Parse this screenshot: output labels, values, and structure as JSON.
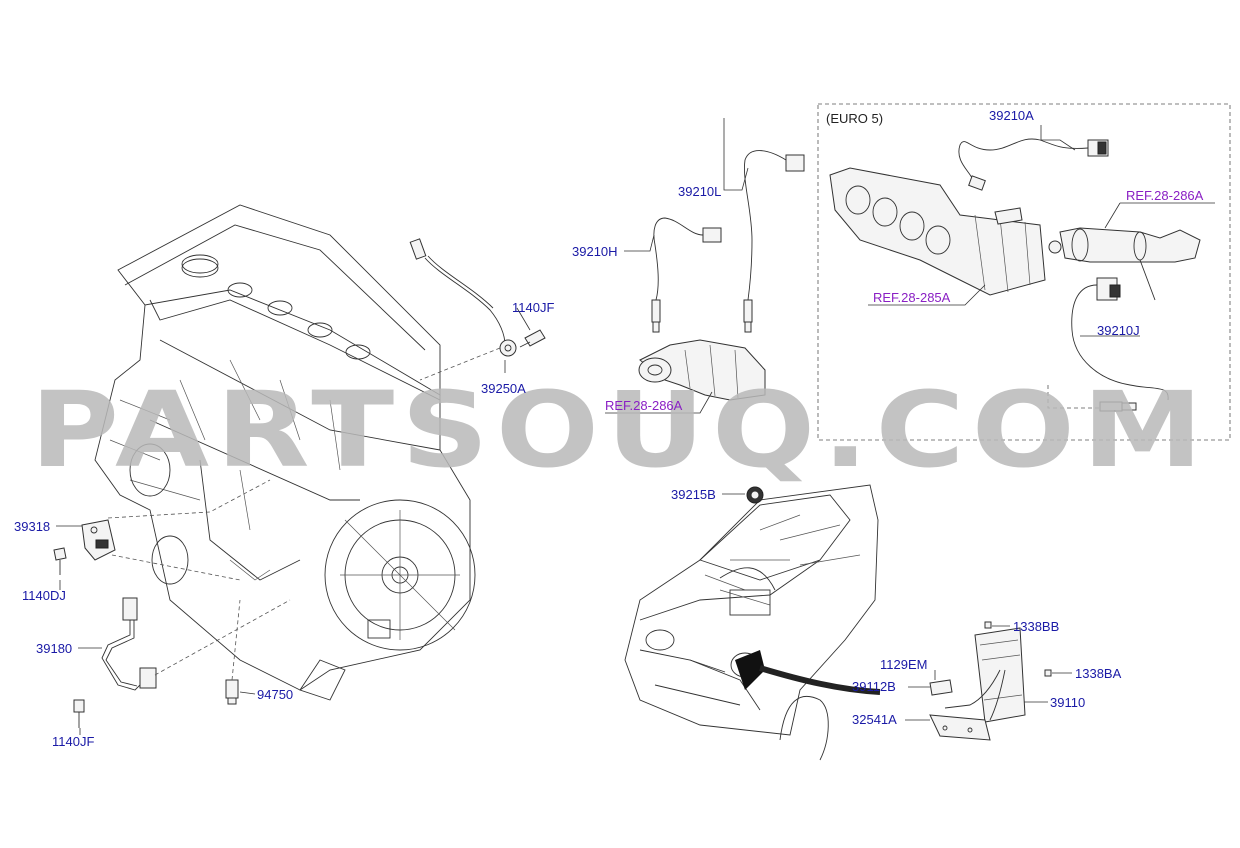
{
  "watermark": "PARTSOUQ.COM",
  "box_title": "(EURO 5)",
  "labels": {
    "p39210A": "39210A",
    "p39210L": "39210L",
    "p39210H": "39210H",
    "p1140JF_top": "1140JF",
    "p39250A": "39250A",
    "p39210J": "39210J",
    "p39215B": "39215B",
    "p39318": "39318",
    "p1140DJ": "1140DJ",
    "p39180": "39180",
    "p1140JF_bottom": "1140JF",
    "p94750": "94750",
    "p1338BB": "1338BB",
    "p1129EM": "1129EM",
    "p1338BA": "1338BA",
    "p39112B": "39112B",
    "p39110": "39110",
    "p32541A": "32541A"
  },
  "refs": {
    "ref_286A_right": "REF.28-286A",
    "ref_285A": "REF.28-285A",
    "ref_286A_center": "REF.28-286A"
  }
}
